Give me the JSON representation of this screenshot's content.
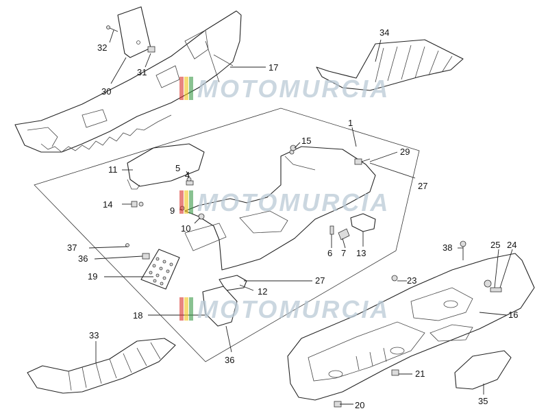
{
  "watermark": {
    "text": "MOTOMURCIA",
    "colors": {
      "stripe_red": "#d8342c",
      "stripe_yellow": "#f0c419",
      "stripe_green": "#3a9a48",
      "text": "#b9c9d6"
    }
  },
  "callouts": {
    "c1": "1",
    "c4": "4",
    "c5": "5",
    "c6": "6",
    "c7": "7",
    "c9": "9",
    "c10": "10",
    "c11": "11",
    "c12": "12",
    "c13": "13",
    "c14": "14",
    "c15": "15",
    "c16": "16",
    "c17": "17",
    "c18": "18",
    "c19": "19",
    "c20": "20",
    "c21": "21",
    "c23": "23",
    "c24": "24",
    "c25": "25",
    "c27a": "27",
    "c27b": "27",
    "c29": "29",
    "c30": "30",
    "c31": "31",
    "c32": "32",
    "c33": "33",
    "c34": "34",
    "c35": "35",
    "c36a": "36",
    "c36b": "36",
    "c37": "37",
    "c38": "38"
  }
}
